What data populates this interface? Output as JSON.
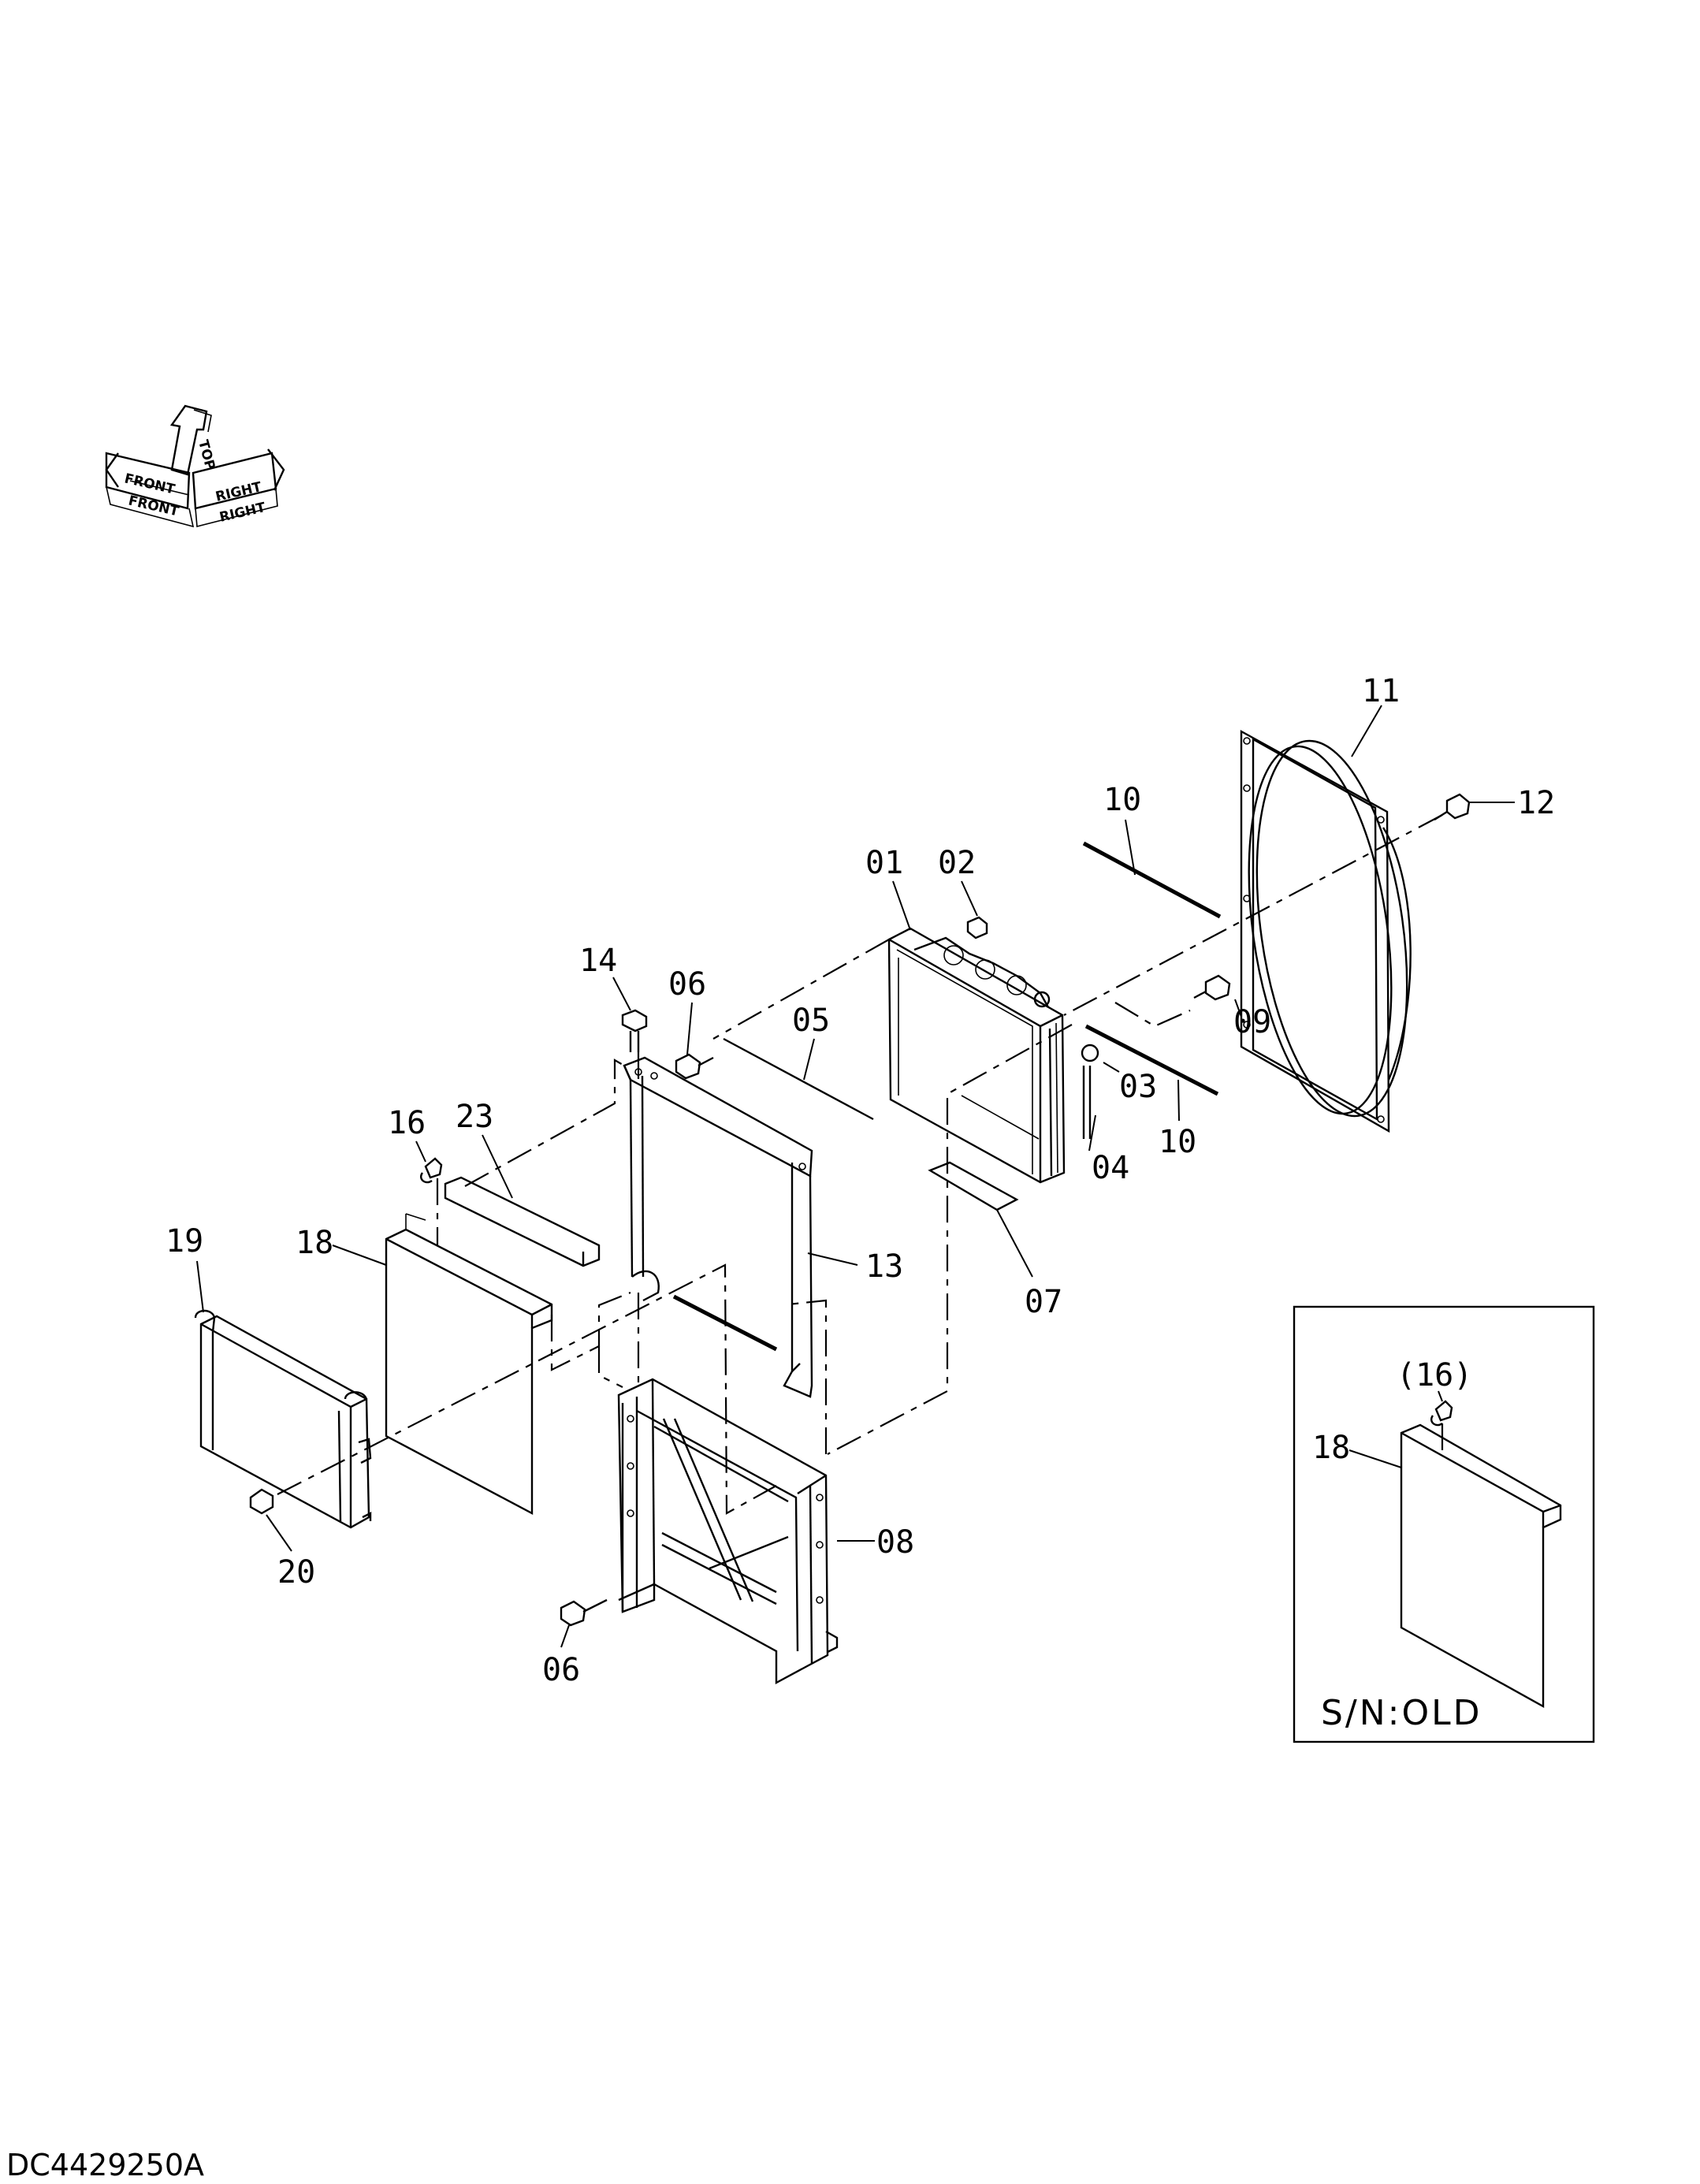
{
  "diagram_id": "DC4429250A",
  "orientation_indicator": {
    "labels": [
      "FRONT",
      "TOP",
      "RIGHT"
    ]
  },
  "callouts": [
    "01",
    "02",
    "03",
    "04",
    "05",
    "06",
    "07",
    "08",
    "09",
    "10",
    "11",
    "12",
    "13",
    "14",
    "16",
    "18",
    "19",
    "20",
    "23"
  ],
  "labels": {
    "c01": "01",
    "c02": "02",
    "c03": "03",
    "c04": "04",
    "c05": "05",
    "c06a": "06",
    "c06b": "06",
    "c07": "07",
    "c08": "08",
    "c09": "09",
    "c10a": "10",
    "c10b": "10",
    "c11": "11",
    "c12": "12",
    "c13": "13",
    "c14": "14",
    "c16": "16",
    "c18": "18",
    "c19": "19",
    "c20": "20",
    "c23": "23"
  },
  "inset": {
    "title": "S/N:OLD",
    "labels": {
      "c16": "(16)",
      "c18": "18"
    }
  }
}
